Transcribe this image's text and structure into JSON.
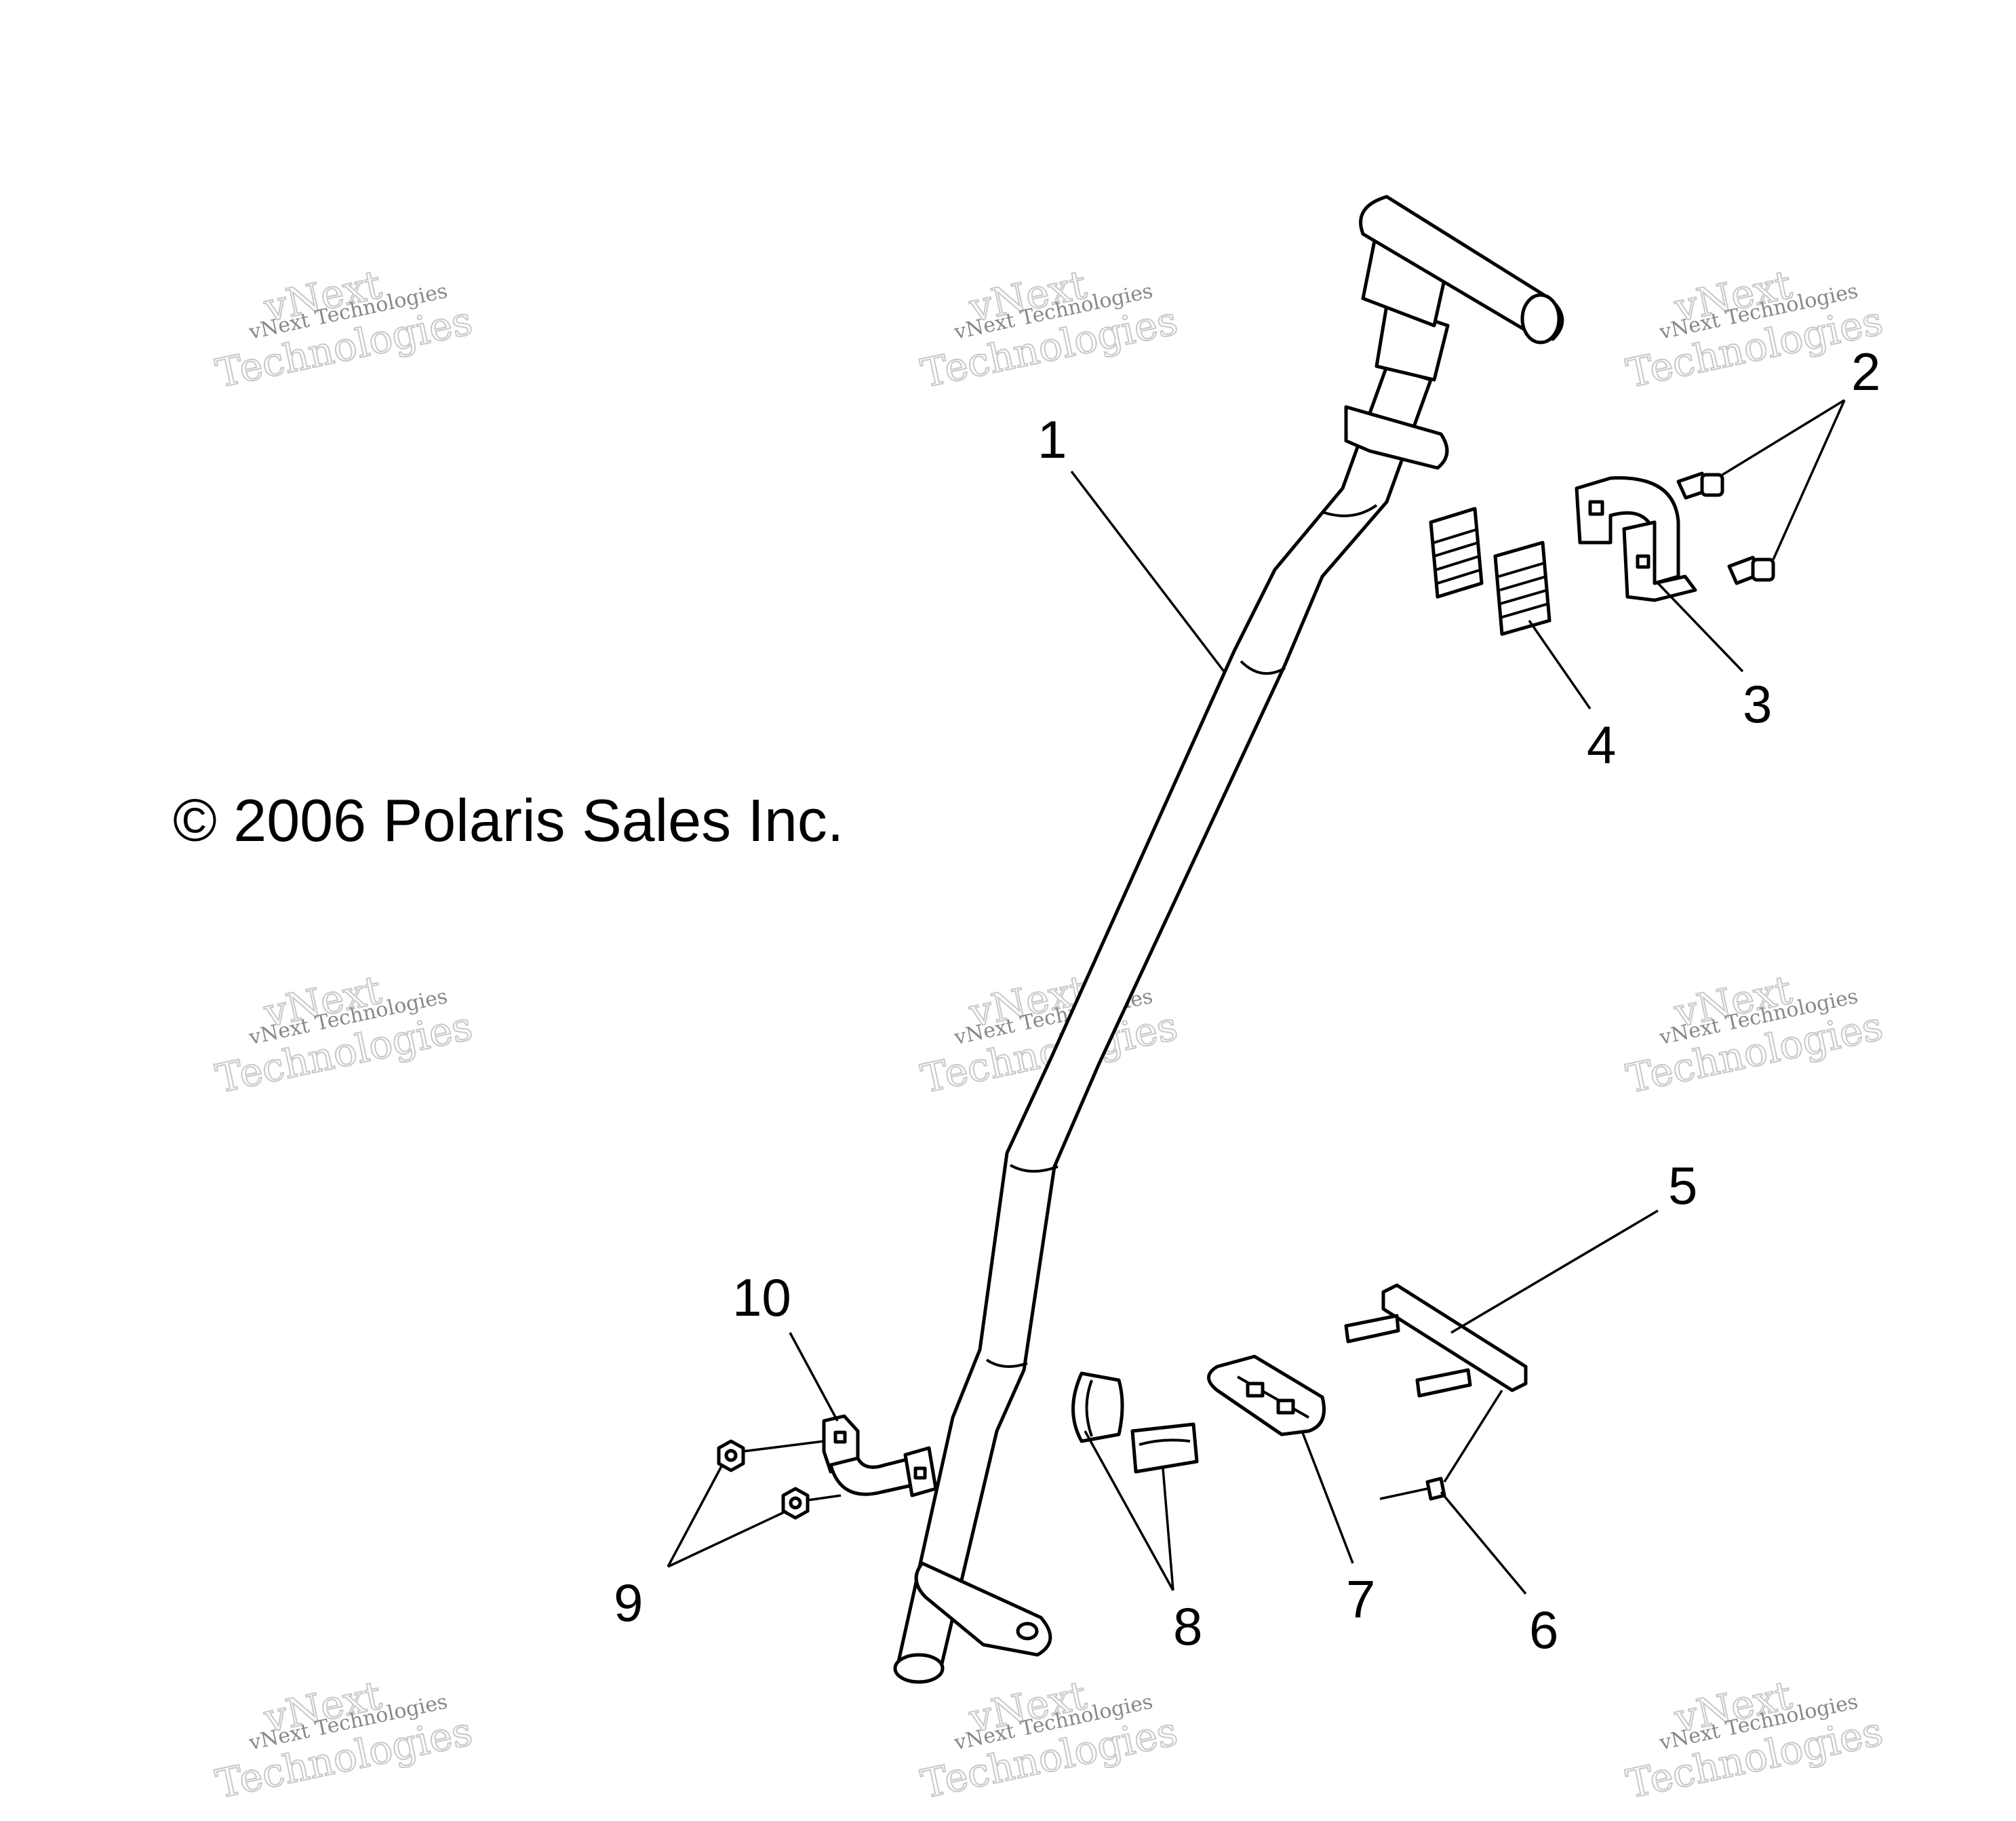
{
  "copyright": "© 2006 Polaris Sales Inc.",
  "watermark": {
    "small": "vNext Technologies",
    "big_line1": "vNext",
    "big_line2": "Technologies"
  },
  "callouts": [
    "1",
    "2",
    "3",
    "4",
    "5",
    "6",
    "7",
    "8",
    "9",
    "10"
  ]
}
